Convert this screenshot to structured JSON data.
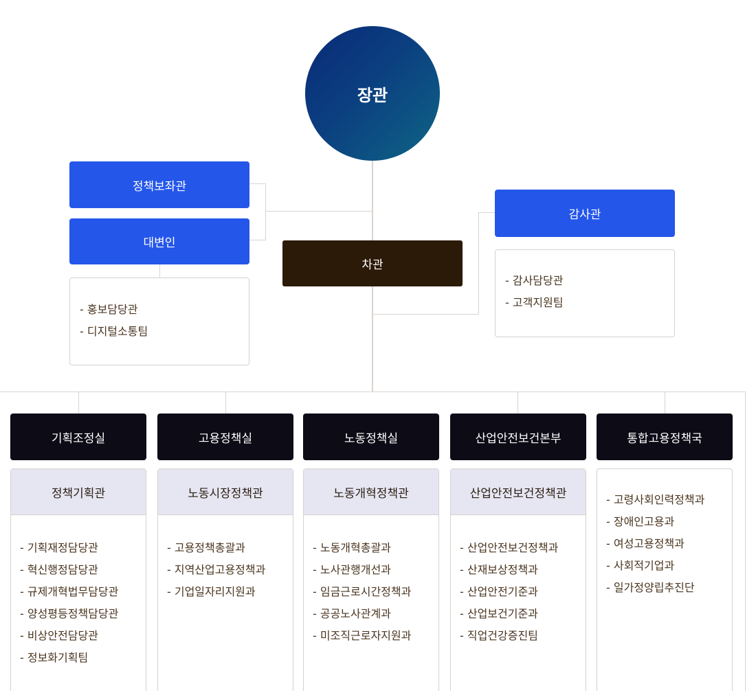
{
  "minister": "장관",
  "policy_advisor": "정책보좌관",
  "spokesperson": "대변인",
  "spokesperson_units": [
    "- 홍보담당관",
    "- 디지털소통팀"
  ],
  "vice_minister": "차관",
  "auditor": "감사관",
  "auditor_units": [
    "- 감사담당관",
    "- 고객지원팀"
  ],
  "departments": [
    {
      "title": "기획조정실",
      "sub": "정책기획관",
      "units": [
        "- 기획재정담당관",
        "- 혁신행정담당관",
        "- 규제개혁법무담당관",
        "- 양성평등정책담당관",
        "- 비상안전담당관",
        "- 정보화기획팀"
      ]
    },
    {
      "title": "고용정책실",
      "sub": "노동시장정책관",
      "units": [
        "- 고용정책총괄과",
        "- 지역산업고용정책과",
        "- 기업일자리지원과"
      ]
    },
    {
      "title": "노동정책실",
      "sub": "노동개혁정책관",
      "units": [
        "- 노동개혁총괄과",
        "- 노사관행개선과",
        "- 임금근로시간정책과",
        "- 공공노사관계과",
        "- 미조직근로자지원과"
      ]
    },
    {
      "title": "산업안전보건본부",
      "sub": "산업안전보건정책관",
      "units": [
        "- 산업안전보건정책과",
        "- 산재보상정책과",
        "- 산업안전기준과",
        "- 산업보건기준과",
        "- 직업건강증진팀"
      ]
    },
    {
      "title": "통합고용정책국",
      "sub": "",
      "units": [
        "- 고령사회인력정책과",
        "- 장애인고용과",
        "- 여성고용정책과",
        "- 사회적기업과",
        "- 일가정양립추진단"
      ]
    }
  ]
}
